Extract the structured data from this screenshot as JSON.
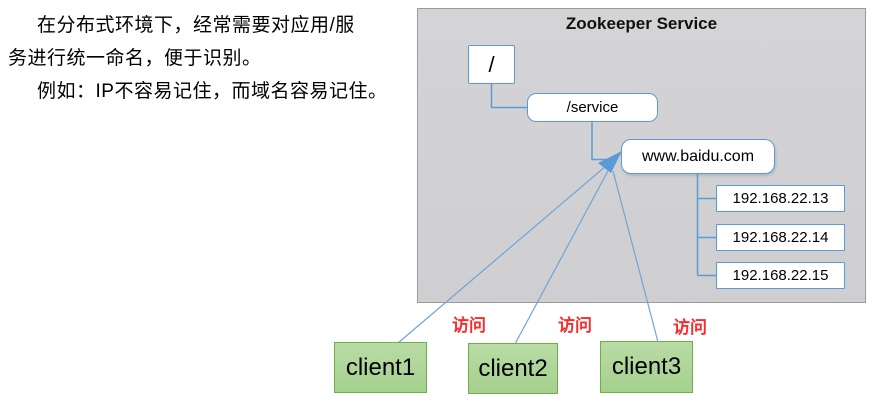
{
  "intro": {
    "lines": [
      "在分布式环境下，经常需要对应用/服",
      "务进行统一命名，便于识别。",
      "例如：IP不容易记住，而域名容易记住。"
    ]
  },
  "panel": {
    "title": "Zookeeper Service"
  },
  "tree": {
    "root": "/",
    "service": "/service",
    "domain": "www.baidu.com",
    "ips": [
      "192.168.22.13",
      "192.168.22.14",
      "192.168.22.15"
    ]
  },
  "clients": [
    {
      "label": "client1"
    },
    {
      "label": "client2"
    },
    {
      "label": "client3"
    }
  ],
  "access_label": "访问",
  "colors": {
    "panel_bg": "#d2d2d4",
    "panel_border": "#9b9b9b",
    "node_border": "#5b9bd5",
    "connector_blue": "#5b9bd5",
    "client_fill": "#a9d18e",
    "client_border": "#70ad47",
    "access_red": "#fb2b2b",
    "text_black": "#000000"
  }
}
